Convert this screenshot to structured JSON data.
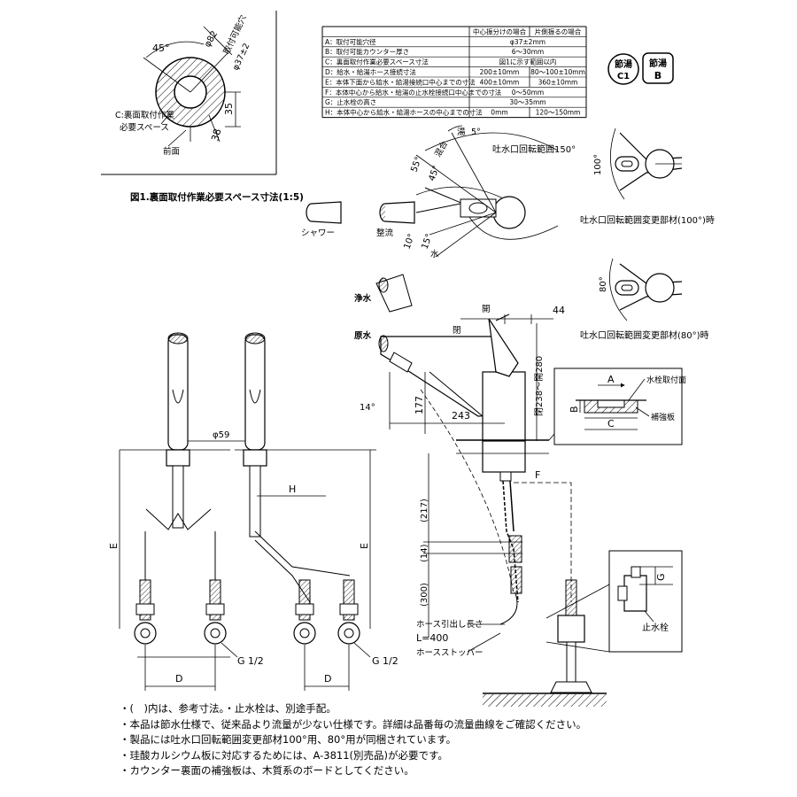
{
  "top_left_figure": {
    "caption": "図1.裏面取付作業必要スペース寸法(1:5)",
    "angle": "45°",
    "phi82": "φ82",
    "mount_hole_label": "取付可能穴",
    "phi37": "φ37±2",
    "dim35": "35",
    "dim38": "38",
    "c_space_line1": "C:裏面取付作業",
    "c_space_line2": "必要スペース",
    "front": "前面"
  },
  "spec_table": {
    "headers": [
      "",
      "中心振分けの場合",
      "片側振るの場合"
    ],
    "rows": [
      [
        "A：取付可能穴径",
        "φ37±2mm",
        ""
      ],
      [
        "B：取付可能カウンター厚さ",
        "6～30mm",
        ""
      ],
      [
        "C：裏面取付作業必要スペース寸法",
        "図1に示す範囲以内",
        ""
      ],
      [
        "D：給水・給湯ホース接続寸法",
        "200±10mm",
        "80～100±10mm"
      ],
      [
        "E：本体下面から給水・給湯接続口中心までの寸法",
        "400±10mm",
        "360±10mm"
      ],
      [
        "F：本体中心から給水・給湯の止水栓接続口中心までの寸法",
        "0～50mm",
        ""
      ],
      [
        "G：止水栓の高さ",
        "30～35mm",
        ""
      ],
      [
        "H：本体中心から給水・給湯ホースの中心までの寸法",
        "0mm",
        "120～150mm"
      ]
    ]
  },
  "badges": {
    "b1_top": "節湯",
    "b1_bottom": "C1",
    "b2_top": "節湯",
    "b2_bottom": "B"
  },
  "handle_view": {
    "hot": "湯",
    "five": "5°",
    "spout_range": "吐水口回転範囲150°",
    "mixed": "混合",
    "a55": "55°",
    "a45": "45°",
    "a10": "10°",
    "a15": "15°",
    "water": "水"
  },
  "spray_labels": {
    "shower": "シャワー",
    "straight": "整流"
  },
  "range_views": {
    "a100": "100°",
    "cap100": "吐水口回転範囲変更部材(100°)時",
    "a80": "80°",
    "cap80": "吐水口回転範囲変更部材(80°)時"
  },
  "side_view": {
    "pure": "浄水",
    "raw": "原水",
    "open": "開",
    "closed": "閉",
    "d44": "44",
    "d177": "177",
    "d243": "243",
    "d14": "14°",
    "d238": "閉238～開280",
    "d217": "(217)",
    "d14mm": "(14)",
    "d300": "(300)",
    "f": "F",
    "hose_len": "ホース引出し長さ",
    "l400": "L=400",
    "hose_stopper": "ホースストッパー"
  },
  "counter_detail": {
    "a": "A",
    "b": "B",
    "c": "C",
    "mount_surface": "水栓取付面",
    "plate": "補強板"
  },
  "front_views": {
    "phi59": "φ59",
    "h": "H",
    "e_left": "E",
    "e_right": "E",
    "d_left": "D",
    "d_right": "D",
    "g_left": "G 1/2",
    "g_right": "G 1/2"
  },
  "valve_detail": {
    "g": "G",
    "label": "止水栓"
  },
  "notes": [
    "・(　)内は、参考寸法。・止水栓は、別途手配。",
    "・本品は節水仕様で、従来品より流量が少ない仕様です。詳細は品番毎の流量曲線をご確認ください。",
    "・製品には吐水口回転範囲変更部材100°用、80°用が同梱されています。",
    "・珪酸カルシウム板に対応するためには、A-3811(別売品)が必要です。",
    "・カウンター裏面の補強板は、木質系のボードとしてください。"
  ]
}
